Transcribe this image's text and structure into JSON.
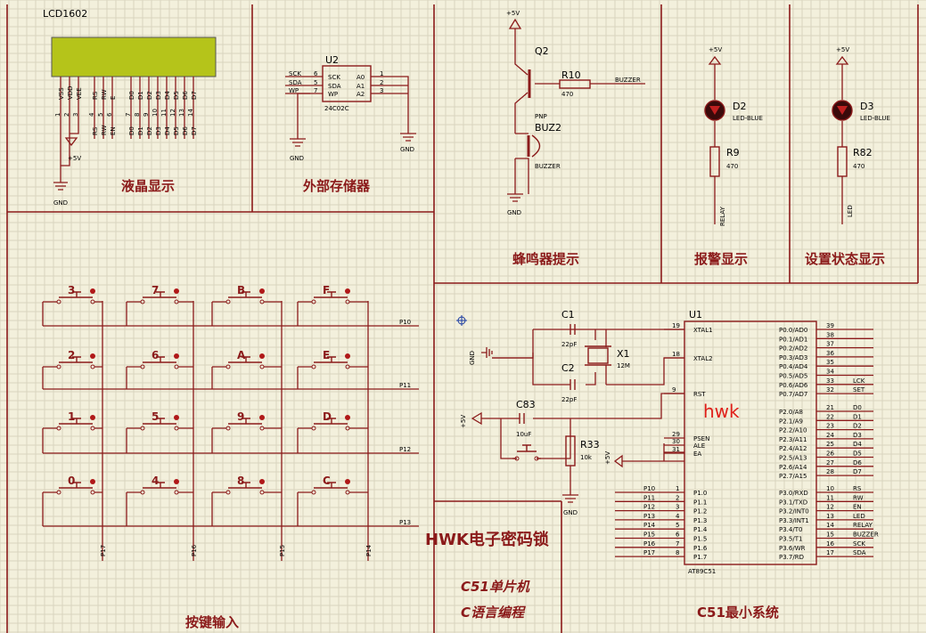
{
  "sections": {
    "lcd": "液晶显示",
    "eeprom": "外部存储器",
    "buzzer": "蜂鸣器提示",
    "alarm": "报警显示",
    "status": "设置状态显示",
    "keys": "按键输入",
    "title": "HWK电子密码锁",
    "mcu_line": "C51单片机",
    "lang_line": "C语言编程",
    "minsys": "C51最小系统"
  },
  "watermark": "hwk",
  "lcd": {
    "ref": "LCD1602",
    "pins": [
      "VSS",
      "VDD",
      "VEE",
      "RS",
      "RW",
      "E",
      "D0",
      "D1",
      "D2",
      "D3",
      "D4",
      "D5",
      "D6",
      "D7"
    ],
    "pin_nums": [
      "1",
      "2",
      "3",
      "4",
      "5",
      "6",
      "7",
      "8",
      "9",
      "10",
      "11",
      "12",
      "13",
      "14"
    ],
    "nets": [
      "RS",
      "RW",
      "EN",
      "D0",
      "D1",
      "D2",
      "D3",
      "D4",
      "D5",
      "D6",
      "D7"
    ],
    "vcc": "+5V",
    "gnd": "GND"
  },
  "eeprom": {
    "ref": "U2",
    "part": "24C02C",
    "left_pins": [
      "SCK",
      "SDA",
      "WP"
    ],
    "left_nums": [
      "6",
      "5",
      "7"
    ],
    "mid_pins": [
      "A0",
      "A1",
      "A2"
    ],
    "right_nums": [
      "1",
      "2",
      "3"
    ],
    "gnd": "GND"
  },
  "buzzer": {
    "vcc": "+5V",
    "q": "Q2",
    "q_type": "PNP",
    "r": "R10",
    "r_val": "470",
    "net": "BUZZER",
    "bz": "BUZ2",
    "bz_label": "BUZZER",
    "gnd": "GND"
  },
  "alarm": {
    "vcc": "+5V",
    "d": "D2",
    "d_type": "LED-BLUE",
    "r": "R9",
    "r_val": "470",
    "net": "RELAY"
  },
  "status": {
    "vcc": "+5V",
    "d": "D3",
    "d_type": "LED-BLUE",
    "r": "R82",
    "r_val": "470",
    "net": "LED"
  },
  "keypad": {
    "rows": [
      [
        "3",
        "7",
        "B",
        "F"
      ],
      [
        "2",
        "6",
        "A",
        "E"
      ],
      [
        "1",
        "5",
        "9",
        "D"
      ],
      [
        "0",
        "4",
        "8",
        "C"
      ]
    ],
    "row_nets": [
      "P10",
      "P11",
      "P12",
      "P13"
    ],
    "col_nets": [
      "P17",
      "P16",
      "P15",
      "P14"
    ]
  },
  "mcu": {
    "ref": "U1",
    "part": "AT89C51",
    "left_top": [
      {
        "num": "19",
        "name": "XTAL1"
      },
      {
        "num": "18",
        "name": "XTAL2"
      },
      {
        "num": "9",
        "name": "RST"
      },
      {
        "num": "29",
        "name": "PSEN"
      },
      {
        "num": "30",
        "name": "ALE"
      },
      {
        "num": "31",
        "name": "EA"
      }
    ],
    "port1": [
      {
        "num": "1",
        "name": "P1.0",
        "net": "P10"
      },
      {
        "num": "2",
        "name": "P1.1",
        "net": "P11"
      },
      {
        "num": "3",
        "name": "P1.2",
        "net": "P12"
      },
      {
        "num": "4",
        "name": "P1.3",
        "net": "P13"
      },
      {
        "num": "5",
        "name": "P1.4",
        "net": "P14"
      },
      {
        "num": "6",
        "name": "P1.5",
        "net": "P15"
      },
      {
        "num": "7",
        "name": "P1.6",
        "net": "P16"
      },
      {
        "num": "8",
        "name": "P1.7",
        "net": "P17"
      }
    ],
    "port0": [
      {
        "num": "39",
        "name": "P0.0/AD0",
        "net": ""
      },
      {
        "num": "38",
        "name": "P0.1/AD1",
        "net": ""
      },
      {
        "num": "37",
        "name": "P0.2/AD2",
        "net": ""
      },
      {
        "num": "36",
        "name": "P0.3/AD3",
        "net": ""
      },
      {
        "num": "35",
        "name": "P0.4/AD4",
        "net": ""
      },
      {
        "num": "34",
        "name": "P0.5/AD5",
        "net": ""
      },
      {
        "num": "33",
        "name": "P0.6/AD6",
        "net": "LCK"
      },
      {
        "num": "32",
        "name": "P0.7/AD7",
        "net": "SET"
      }
    ],
    "port2": [
      {
        "num": "21",
        "name": "P2.0/A8",
        "net": "D0"
      },
      {
        "num": "22",
        "name": "P2.1/A9",
        "net": "D1"
      },
      {
        "num": "23",
        "name": "P2.2/A10",
        "net": "D2"
      },
      {
        "num": "24",
        "name": "P2.3/A11",
        "net": "D3"
      },
      {
        "num": "25",
        "name": "P2.4/A12",
        "net": "D4"
      },
      {
        "num": "26",
        "name": "P2.5/A13",
        "net": "D5"
      },
      {
        "num": "27",
        "name": "P2.6/A14",
        "net": "D6"
      },
      {
        "num": "28",
        "name": "P2.7/A15",
        "net": "D7"
      }
    ],
    "port3": [
      {
        "num": "10",
        "name": "P3.0/RXD",
        "net": "RS"
      },
      {
        "num": "11",
        "name": "P3.1/TXD",
        "net": "RW"
      },
      {
        "num": "12",
        "name": "P3.2/INT0",
        "net": "EN"
      },
      {
        "num": "13",
        "name": "P3.3/INT1",
        "net": "LED"
      },
      {
        "num": "14",
        "name": "P3.4/T0",
        "net": "RELAY"
      },
      {
        "num": "15",
        "name": "P3.5/T1",
        "net": "BUZZER"
      },
      {
        "num": "16",
        "name": "P3.6/WR",
        "net": "SCK"
      },
      {
        "num": "17",
        "name": "P3.7/RD",
        "net": "SDA"
      }
    ]
  },
  "osc": {
    "c1": "C1",
    "c1_val": "22pF",
    "c2": "C2",
    "c2_val": "22pF",
    "x1": "X1",
    "x1_val": "12M",
    "gnd": "GND"
  },
  "reset": {
    "c": "C83",
    "c_val": "10uF",
    "r": "R33",
    "r_val": "10k",
    "vcc": "+5V",
    "vcc2": "+5V",
    "gnd": "GND"
  }
}
